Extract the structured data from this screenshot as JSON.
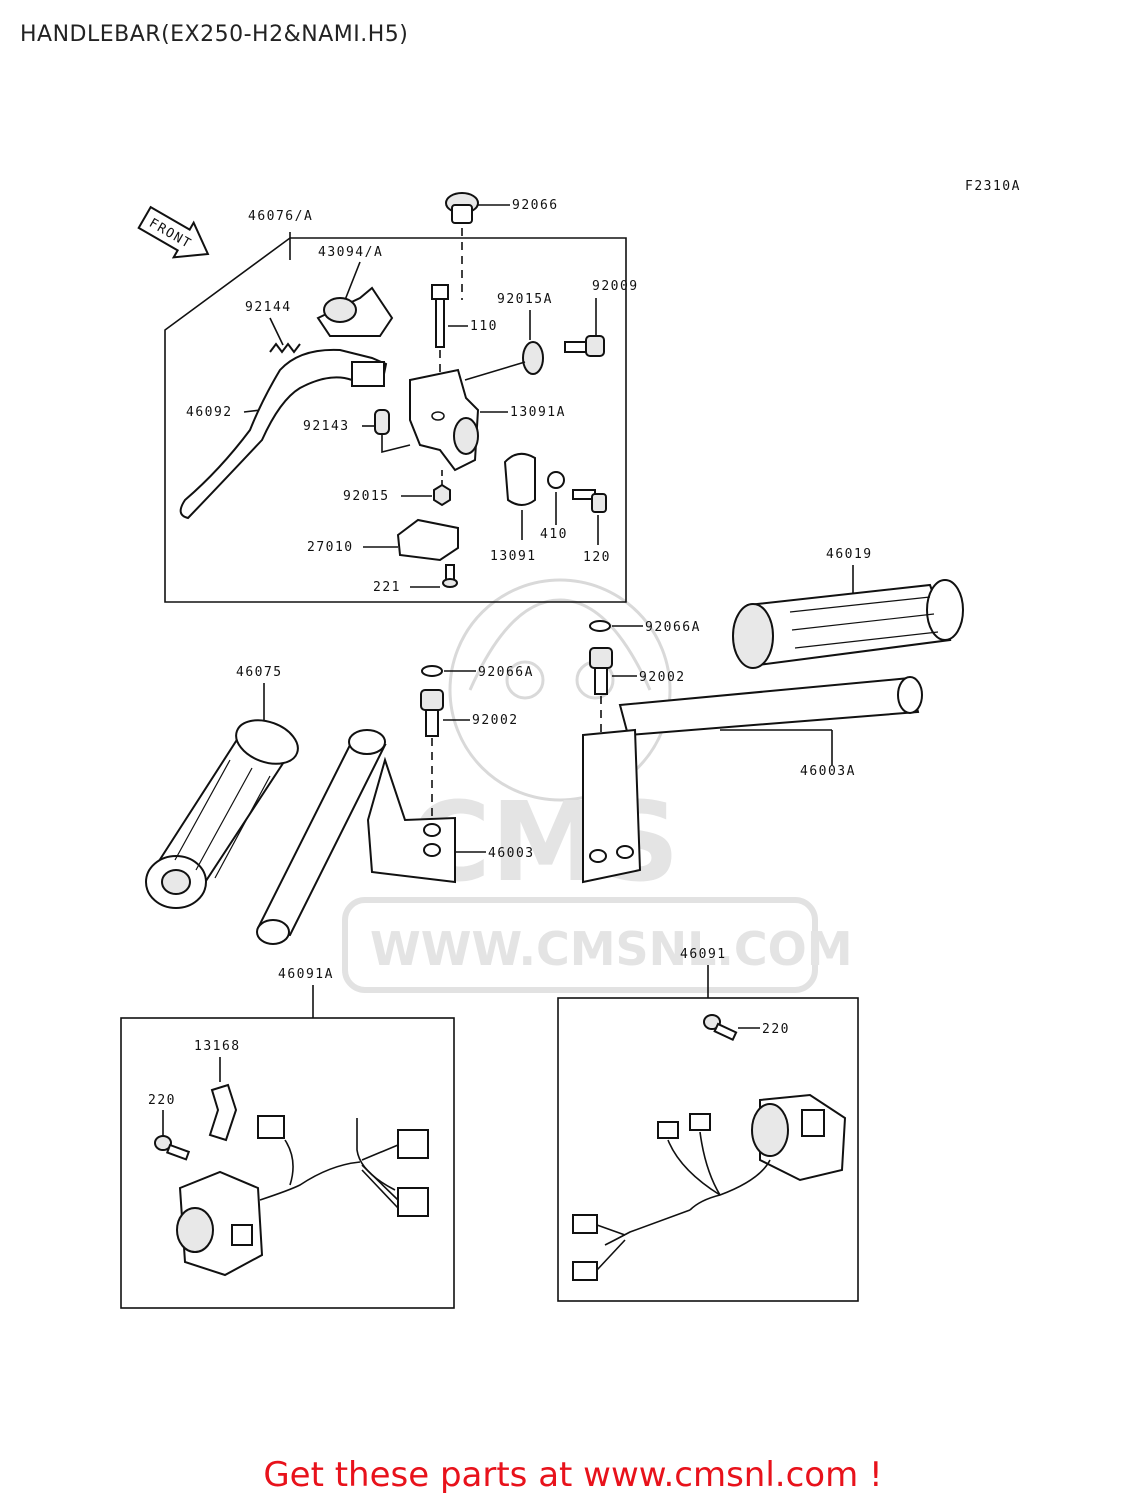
{
  "title": "HANDLEBAR(EX250-H2&NAMI.H5)",
  "figure_code": "F2310A",
  "front_arrow": "FRONT",
  "watermark": {
    "brand": "CMS",
    "url": "WWW.CMSNL.COM"
  },
  "part_labels": {
    "p46076A": "46076/A",
    "p43094A": "43094/A",
    "p92066": "92066",
    "p92009": "92009",
    "p92015A": "92015A",
    "p92144": "92144",
    "p110": "110",
    "p46092": "46092",
    "p92143": "92143",
    "p13091A": "13091A",
    "p92015": "92015",
    "p410": "410",
    "p27010": "27010",
    "p13091": "13091",
    "p120": "120",
    "p221": "221",
    "p46019": "46019",
    "p92066A_right": "92066A",
    "p92002_right": "92002",
    "p46075": "46075",
    "p92066A_left": "92066A",
    "p92002_left": "92002",
    "p46003A": "46003A",
    "p46003": "46003",
    "p46091A": "46091A",
    "p46091": "46091",
    "p13168": "13168",
    "p220_left": "220",
    "p220_right": "220"
  },
  "footer": "Get these parts at www.cmsnl.com !"
}
